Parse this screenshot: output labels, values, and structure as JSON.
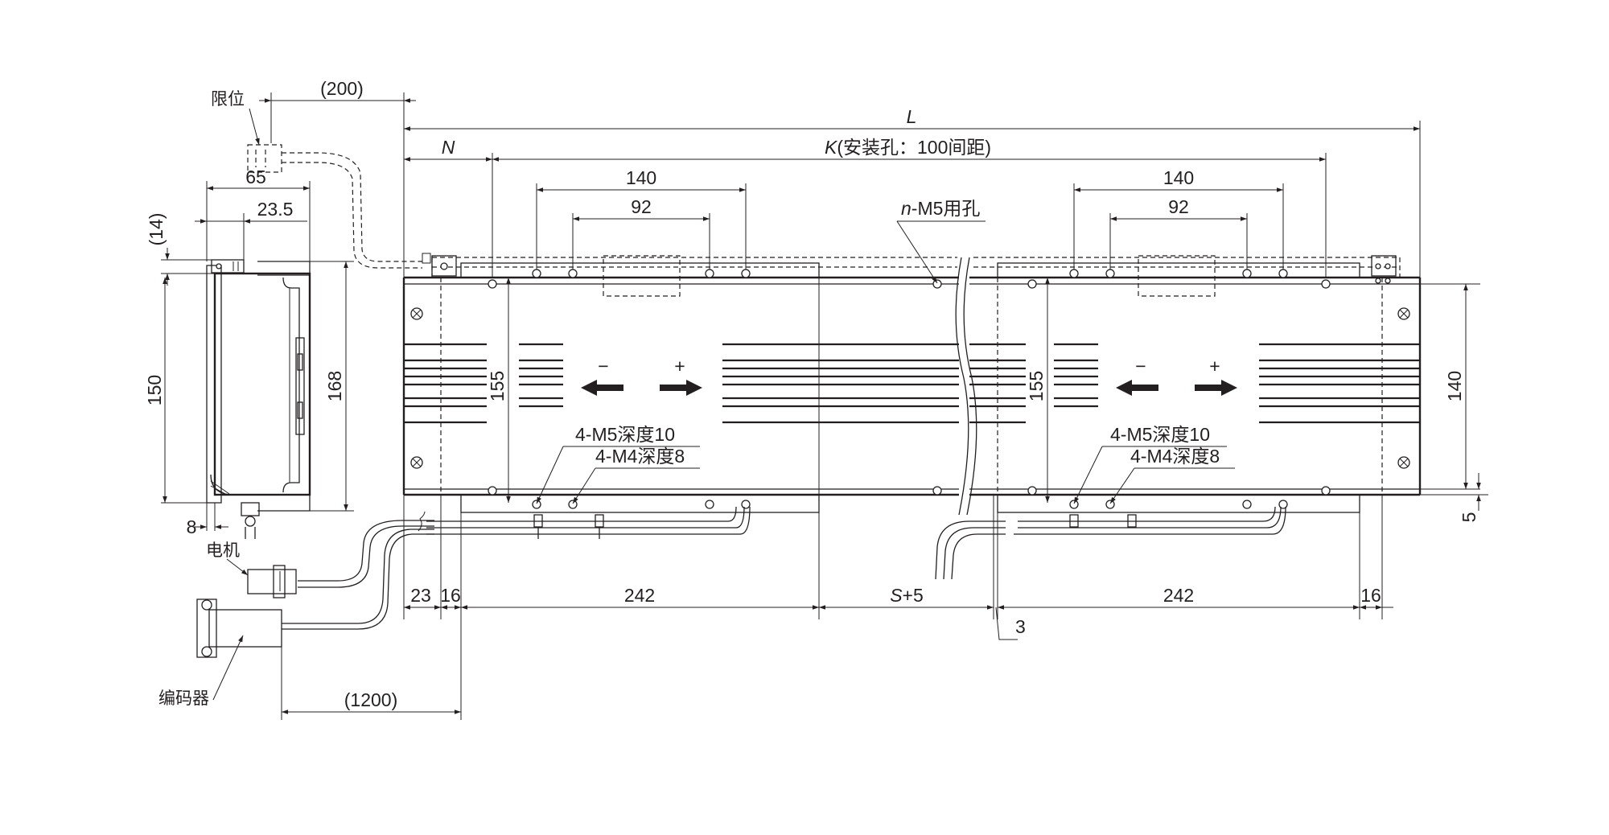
{
  "labels": {
    "limit": "限位",
    "motor": "电机",
    "encoder": "编码器",
    "n_holes": "n-M5用孔",
    "n_holes_italic": "n",
    "n_holes_rest": "-M5用孔",
    "k_label": "K(安装孔：100间距)",
    "k_italic": "K",
    "k_rest": "(安装孔：100间距)",
    "m5_depth": "4-M5深度10",
    "m4_depth": "4-M4深度8",
    "minus": "−",
    "plus": "+"
  },
  "dimensions": {
    "cable_limit": "(200)",
    "L": "L",
    "N": "N",
    "w65": "65",
    "w23_5": "23.5",
    "h14": "(14)",
    "h150": "150",
    "h168": "168",
    "w8": "8",
    "w140": "140",
    "w92": "92",
    "h155": "155",
    "h140": "140",
    "h5": "5",
    "w23": "23",
    "w16": "16",
    "w242": "242",
    "s_plus_5_s": "S",
    "s_plus_5_rest": "+5",
    "w3": "3",
    "cable_encoder": "(1200)"
  },
  "icons": [
    "mounting-screw-icon",
    "direction-arrow-left-icon",
    "direction-arrow-right-icon",
    "connector-icon"
  ]
}
